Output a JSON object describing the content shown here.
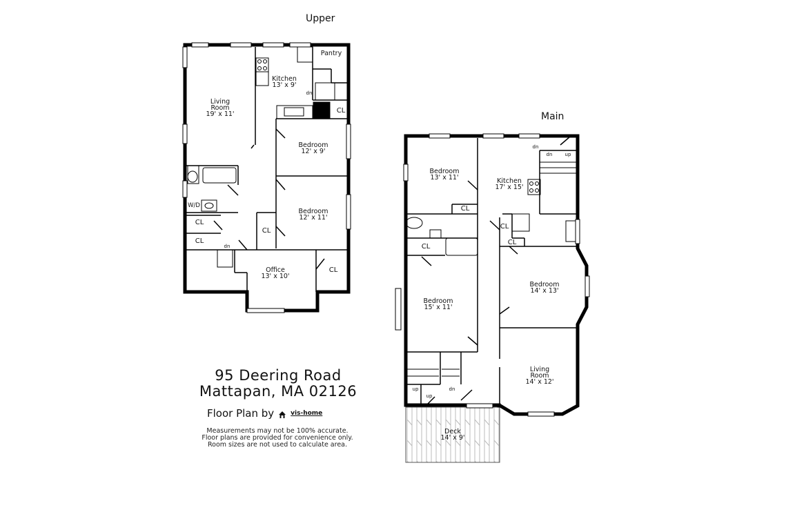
{
  "floors": {
    "upper": {
      "title": "Upper",
      "rooms": [
        {
          "name": "Living\nRoom",
          "line1": "Living",
          "line2": "Room",
          "size": "19' x 11'"
        },
        {
          "name": "Kitchen",
          "size": "13' x 9'"
        },
        {
          "name": "Pantry"
        },
        {
          "name": "CL"
        },
        {
          "name": "Bedroom",
          "size": "12' x 9'"
        },
        {
          "name": "Bedroom",
          "size": "12' x 11'"
        },
        {
          "name": "W/D"
        },
        {
          "name": "CL"
        },
        {
          "name": "CL"
        },
        {
          "name": "CL"
        },
        {
          "name": "Office",
          "size": "13' x 10'"
        },
        {
          "name": "CL"
        }
      ],
      "stair_labels": [
        "dn",
        "dn"
      ]
    },
    "main": {
      "title": "Main",
      "rooms": [
        {
          "name": "Bedroom",
          "size": "13' x 11'"
        },
        {
          "name": "Kitchen",
          "size": "17' x 15'"
        },
        {
          "name": "CL"
        },
        {
          "name": "CL"
        },
        {
          "name": "CL"
        },
        {
          "name": "CL"
        },
        {
          "name": "Bedroom",
          "size": "14' x 13'"
        },
        {
          "name": "Bedroom",
          "size": "15' x 11'"
        },
        {
          "name": "Living Room",
          "line1": "Living",
          "line2": "Room",
          "size": "14' x 12'"
        },
        {
          "name": "Deck",
          "size": "14' x 9'"
        }
      ],
      "stair_labels": [
        "dn",
        "dn",
        "up",
        "up",
        "dn",
        "up"
      ]
    }
  },
  "address": {
    "line1": "95 Deering Road",
    "line2": "Mattapan, MA 02126"
  },
  "credit": {
    "label": "Floor Plan by",
    "brand": "vis-home"
  },
  "disclaimer": [
    "Measurements may not be 100% accurate.",
    "Floor plans are provided for convenience only.",
    "Room sizes are not used to calculate area."
  ]
}
